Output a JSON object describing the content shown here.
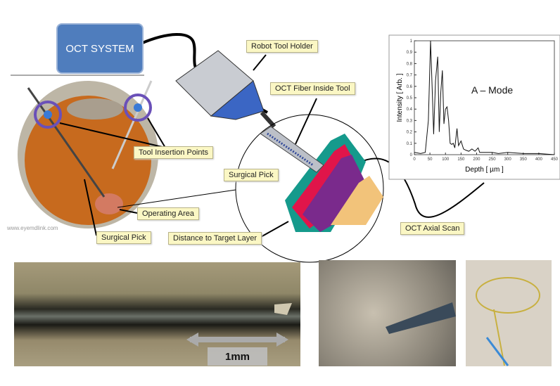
{
  "oct_system": "OCT SYSTEM",
  "labels": {
    "robot_tool_holder": "Robot Tool Holder",
    "oct_fiber": "OCT Fiber Inside Tool",
    "insertion_points": "Tool Insertion Points",
    "surgical_pick_mid": "Surgical Pick",
    "operating_area": "Operating Area",
    "surgical_pick_bottom": "Surgical Pick",
    "distance_target": "Distance to Target Layer",
    "oct_axial_scan": "OCT Axial Scan"
  },
  "watermark": "www.eyemdlink.com",
  "scale_bar": "1mm",
  "chart_data": {
    "type": "line",
    "title": "A – Mode",
    "xlabel": "Depth [ µm ]",
    "ylabel": "Intensity [ Arb. ]",
    "xlim": [
      0,
      450
    ],
    "ylim": [
      0,
      1
    ],
    "xticks": [
      "0",
      "50",
      "100",
      "150",
      "200",
      "250",
      "300",
      "350",
      "400",
      "450"
    ],
    "yticks": [
      "0",
      "0.1",
      "0.2",
      "0.3",
      "0.4",
      "0.5",
      "0.6",
      "0.7",
      "0.8",
      "0.9",
      "1"
    ],
    "x": [
      0,
      20,
      35,
      45,
      52,
      57,
      62,
      68,
      75,
      80,
      85,
      90,
      95,
      100,
      105,
      110,
      115,
      120,
      125,
      130,
      137,
      142,
      150,
      158,
      165,
      175,
      185,
      195,
      205,
      210,
      220,
      250,
      270,
      300,
      350,
      400,
      450
    ],
    "y": [
      0.02,
      0.01,
      0.02,
      0.3,
      1.0,
      0.6,
      0.18,
      0.65,
      0.86,
      0.2,
      0.55,
      0.74,
      0.27,
      0.4,
      0.42,
      0.3,
      0.1,
      0.09,
      0.1,
      0.06,
      0.23,
      0.08,
      0.12,
      0.05,
      0.04,
      0.03,
      0.05,
      0.03,
      0.06,
      0.02,
      0.02,
      0.02,
      0.01,
      0.02,
      0.01,
      0.01,
      0.0
    ]
  }
}
